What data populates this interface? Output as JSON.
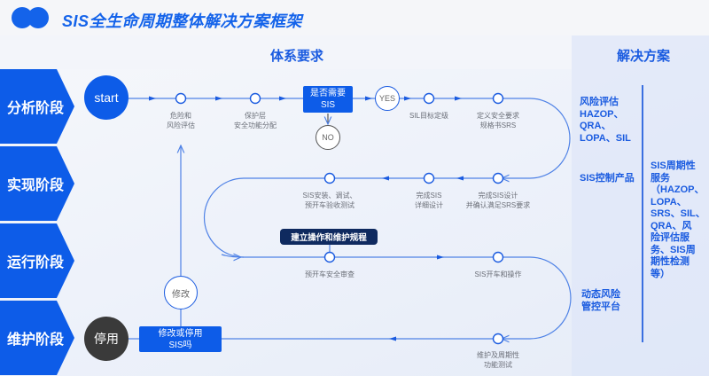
{
  "header": {
    "title": "SIS全生命周期整体解决方案框架",
    "logo_icon": "double-circle-logo"
  },
  "sections": {
    "requirements": "体系要求",
    "solutions": "解决方案"
  },
  "stages": [
    {
      "label": "分析阶段"
    },
    {
      "label": "实现阶段"
    },
    {
      "label": "运行阶段"
    },
    {
      "label": "维护阶段"
    }
  ],
  "flow": {
    "start": "start",
    "stop": "停用",
    "decision_sis": "是否需要\nSIS",
    "decision_sis_l1": "是否需要",
    "decision_sis_l2": "SIS",
    "yes": "YES",
    "no": "NO",
    "modify": "修改",
    "decision_modify_l1": "修改或停用",
    "decision_modify_l2": "SIS吗",
    "procedure": "建立操作和维护规程",
    "nodes": [
      {
        "l1": "危险和",
        "l2": "风险评估"
      },
      {
        "l1": "保护层",
        "l2": "安全功能分配"
      },
      {
        "l1": "SIL目标定级",
        "l2": ""
      },
      {
        "l1": "定义安全要求",
        "l2": "规格书SRS"
      },
      {
        "l1": "完成SIS设计",
        "l2": "并确认满足SRS要求"
      },
      {
        "l1": "完成SIS",
        "l2": "详细设计"
      },
      {
        "l1": "SIS安装、调试、",
        "l2": "预开车验收测试"
      },
      {
        "l1": "预开车安全审查",
        "l2": ""
      },
      {
        "l1": "SIS开车和操作",
        "l2": ""
      },
      {
        "l1": "维护及周期性",
        "l2": "功能测试"
      }
    ]
  },
  "solutions": {
    "risk": [
      "风险评估",
      "HAZOP、",
      "QRA、",
      "LOPA、SIL"
    ],
    "product": [
      "SIS控制产品"
    ],
    "platform": [
      "动态风险",
      "管控平台"
    ],
    "service": [
      "SIS周期性",
      "服务",
      "（HAZOP、",
      "LOPA、",
      "SRS、SIL、",
      "QRA、风",
      "险评估服",
      "务、SIS周",
      "期性检测",
      "等）"
    ]
  },
  "colors": {
    "primary": "#0d5ce8",
    "dark": "#0f2a5f",
    "stop": "#3a3a3a",
    "line": "#4f82e6"
  }
}
